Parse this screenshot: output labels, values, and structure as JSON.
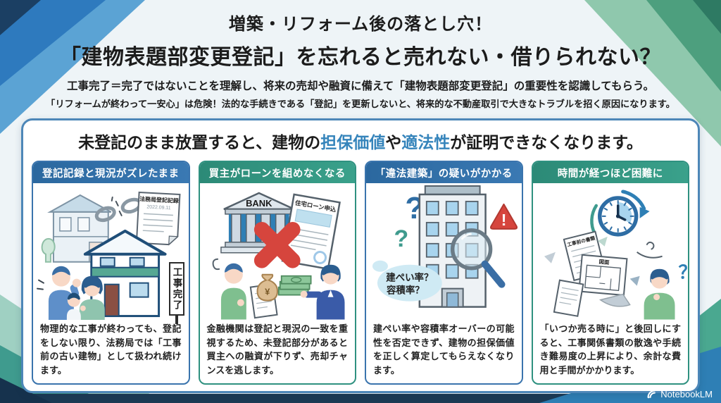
{
  "colors": {
    "accent_blue": "#3584bb",
    "column_blue": "#2f6fae",
    "column_teal": "#2f9180",
    "warn_red": "#d6453d",
    "board_border": "#4d87b8",
    "footer_navy": "#1b3a54"
  },
  "header": {
    "kicker": "増築・リフォーム後の落とし穴！",
    "title": "「建物表題部変更登記」を忘れると売れない・借りられない？",
    "lead1": "工事完了＝完了ではないことを理解し、将来の売却や融資に備えて「建物表題部変更登記」の重要性を認識してもらう。",
    "lead2": "「リフォームが終わって一安心」は危険！法的な手続きである「登記」を更新しないと、将来的な不動産取引で大きなトラブルを招く原因になります。"
  },
  "board": {
    "headline": {
      "seg1": "未登記のまま放置すると、建物の",
      "seg2": "担保価値",
      "seg3": "や",
      "seg4": "適法性",
      "seg5": "が証明できなくなります。"
    },
    "columns": [
      {
        "title": "登記記録と現況がズレたまま",
        "body": "物理的な工事が終わっても、登記をしない限り、法務局では「工事前の古い建物」として扱われ続けます。",
        "labels": {
          "registry_doc": "法務局登記記録",
          "registry_date": "2022.09.11",
          "sign": "工事完了"
        }
      },
      {
        "title": "買主がローンを組めなくなる",
        "body": "金融機関は登記と現況の一致を重視するため、未登記部分があると買主への融資が下りず、売却チャンスを逃します。",
        "labels": {
          "bank": "BANK",
          "loan_doc": "住宅ローン申込",
          "yen": "¥"
        }
      },
      {
        "title": "「違法建築」の疑いがかかる",
        "body": "建ぺい率や容積率オーバーの可能性を否定できず、建物の担保価値を正しく算定してもらえなくなります。",
        "labels": {
          "bubble_line1": "建ぺい率？",
          "bubble_line2": "容積率？",
          "question_blue": "?",
          "question_teal": "?",
          "alert": "!"
        }
      },
      {
        "title": "時間が経つほど困難に",
        "body": "「いつか売る時に」と後回しにすると、工事関係書類の散逸や手続き難易度の上昇により、余計な費用と手間がかかります。",
        "labels": {
          "doc_top": "工事前の書類",
          "plan": "図面",
          "question": "？"
        }
      }
    ]
  },
  "footer": {
    "brand": "NotebookLM"
  }
}
